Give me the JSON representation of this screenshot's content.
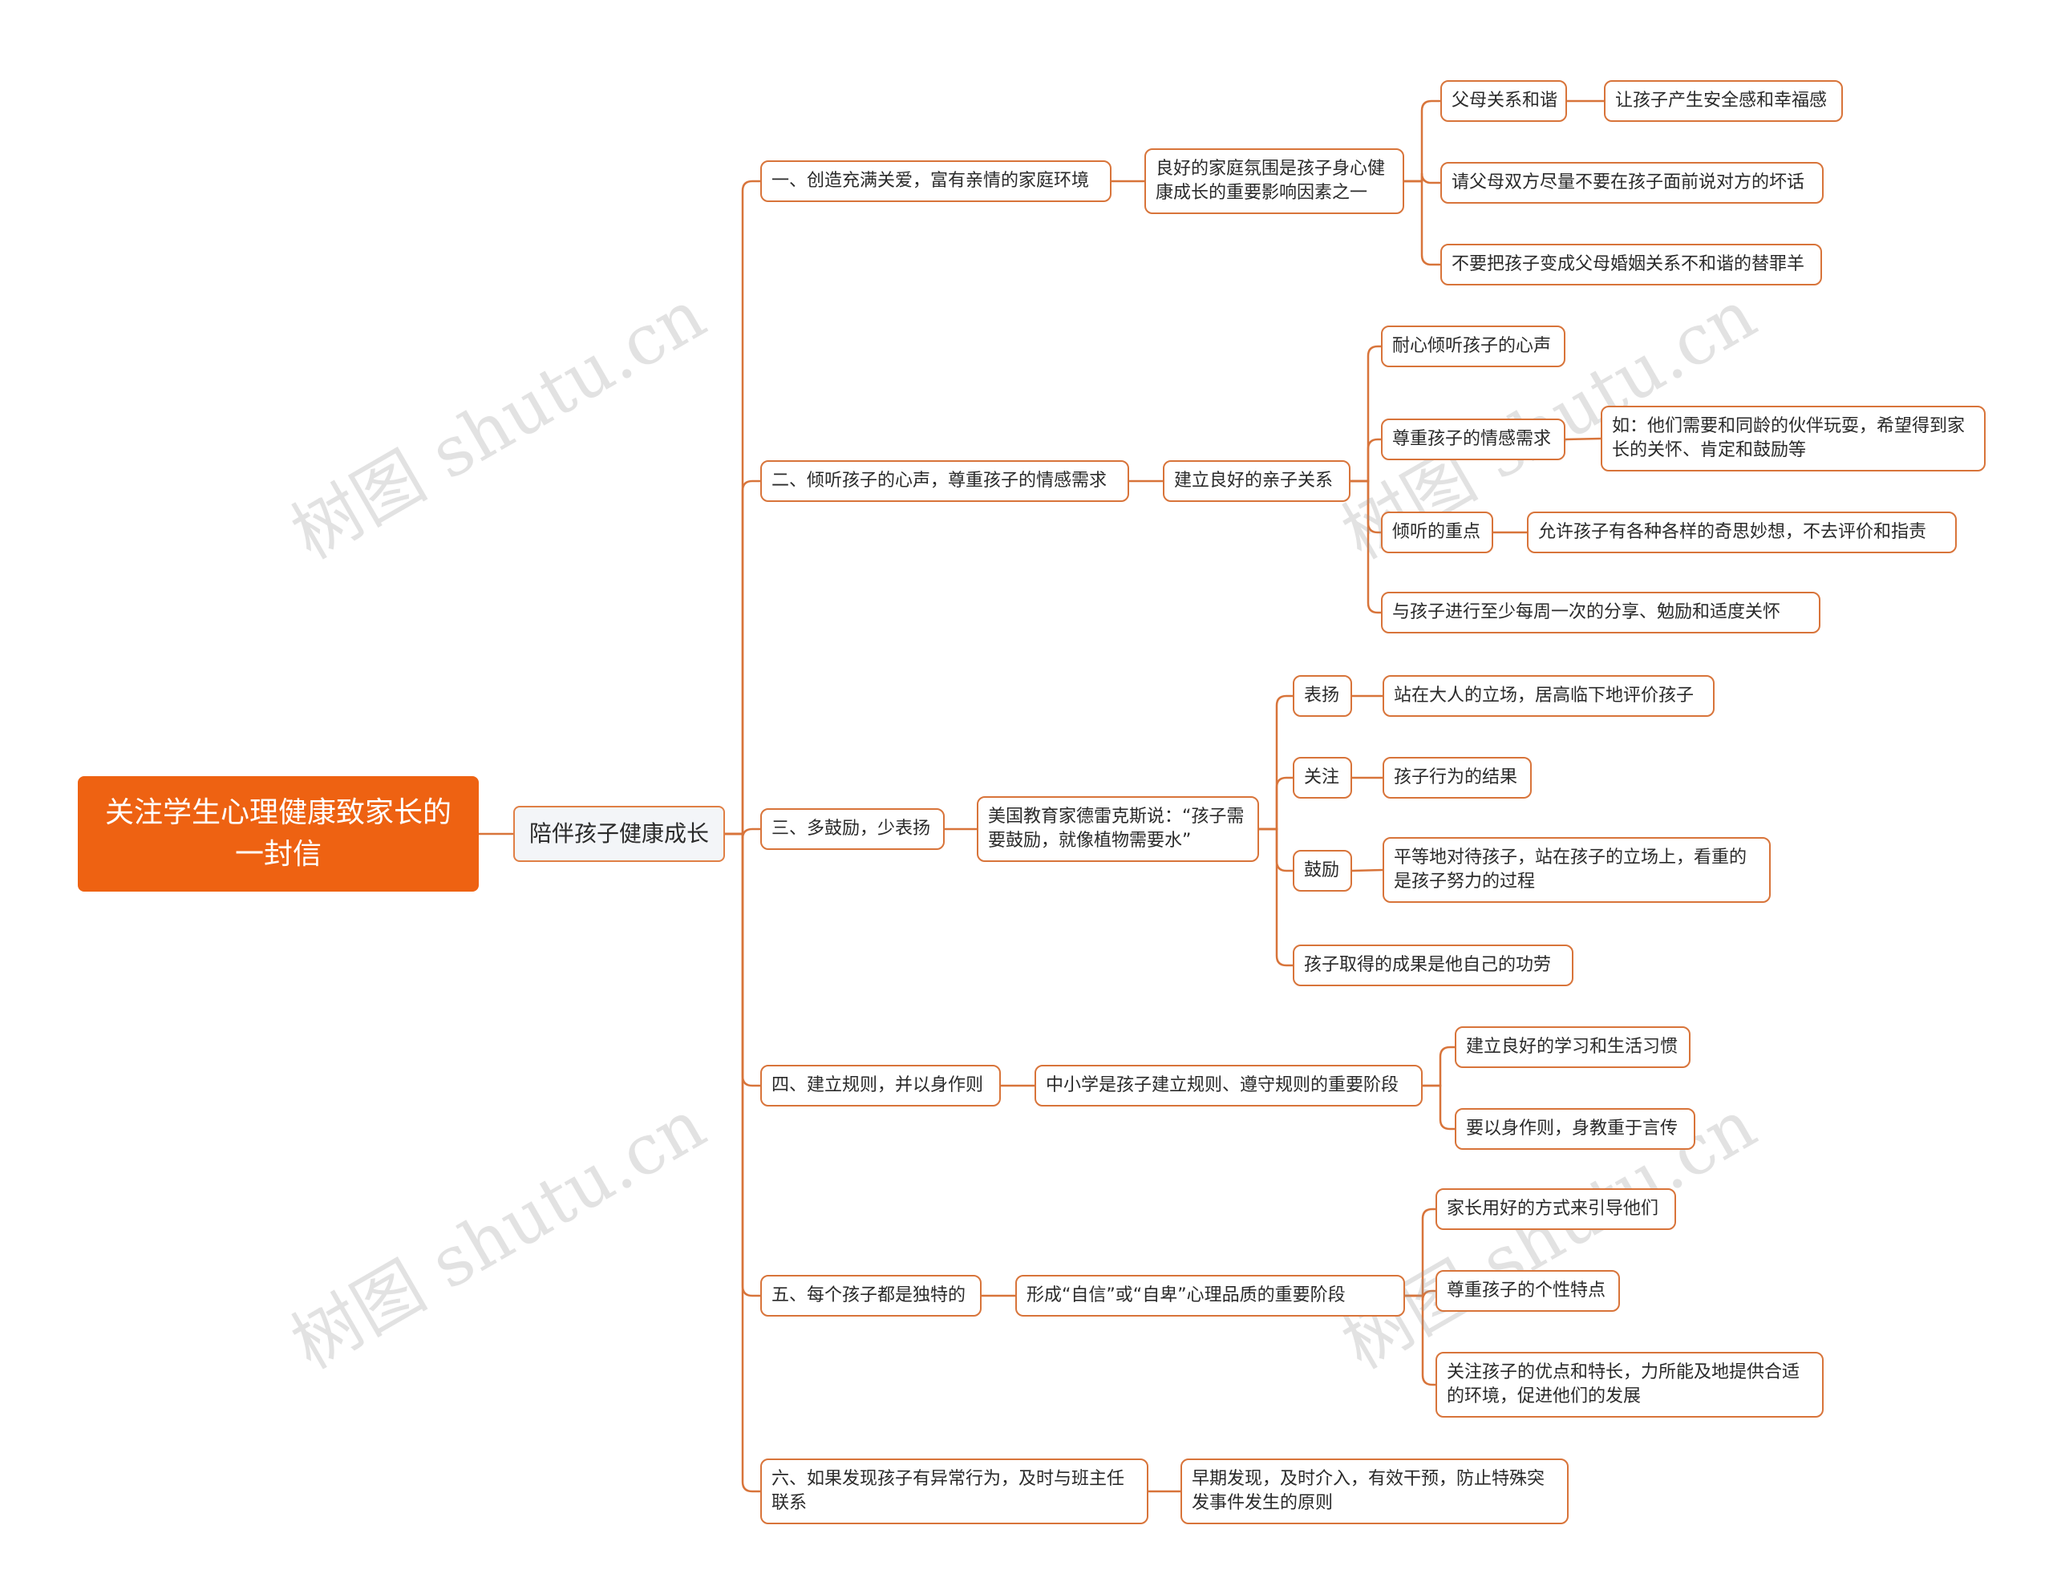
{
  "root": "关注学生心理健康致家长的一封信",
  "center": "陪伴孩子健康成长",
  "branches": [
    {
      "label": "一、创造充满关爱，富有亲情的家庭环境",
      "child": "良好的家庭氛围是孩子身心健康成长的重要影响因素之一",
      "items": [
        {
          "label": "父母关系和谐",
          "detail": "让孩子产生安全感和幸福感"
        },
        {
          "label": "请父母双方尽量不要在孩子面前说对方的坏话"
        },
        {
          "label": "不要把孩子变成父母婚姻关系不和谐的替罪羊"
        }
      ]
    },
    {
      "label": "二、倾听孩子的心声，尊重孩子的情感需求",
      "child": "建立良好的亲子关系",
      "items": [
        {
          "label": "耐心倾听孩子的心声"
        },
        {
          "label": "尊重孩子的情感需求",
          "detail": "如：他们需要和同龄的伙伴玩耍，希望得到家长的关怀、肯定和鼓励等"
        },
        {
          "label": "倾听的重点",
          "detail": "允许孩子有各种各样的奇思妙想，不去评价和指责"
        },
        {
          "label": "与孩子进行至少每周一次的分享、勉励和适度关怀"
        }
      ]
    },
    {
      "label": "三、多鼓励，少表扬",
      "child": "美国教育家德雷克斯说：“孩子需要鼓励，就像植物需要水”",
      "items": [
        {
          "label": "表扬",
          "detail": "站在大人的立场，居高临下地评价孩子"
        },
        {
          "label": "关注",
          "detail": "孩子行为的结果"
        },
        {
          "label": "鼓励",
          "detail": "平等地对待孩子，站在孩子的立场上，看重的是孩子努力的过程"
        },
        {
          "label": "孩子取得的成果是他自己的功劳"
        }
      ]
    },
    {
      "label": "四、建立规则，并以身作则",
      "child": "中小学是孩子建立规则、遵守规则的重要阶段",
      "items": [
        {
          "label": "建立良好的学习和生活习惯"
        },
        {
          "label": "要以身作则，身教重于言传"
        }
      ]
    },
    {
      "label": "五、每个孩子都是独特的",
      "child": "形成“自信”或“自卑”心理品质的重要阶段",
      "items": [
        {
          "label": "家长用好的方式来引导他们"
        },
        {
          "label": "尊重孩子的个性特点"
        },
        {
          "label": "关注孩子的优点和特长，力所能及地提供合适的环境，促进他们的发展"
        }
      ]
    },
    {
      "label": "六、如果发现孩子有异常行为，及时与班主任联系",
      "child": "早期发现，及时介入，有效干预，防止特殊突发事件发生的原则",
      "items": []
    }
  ],
  "watermark": "树图 shutu.cn",
  "colors": {
    "accent": "#ee6212",
    "line": "#d8743a",
    "center_bg": "#f3f5f8"
  }
}
